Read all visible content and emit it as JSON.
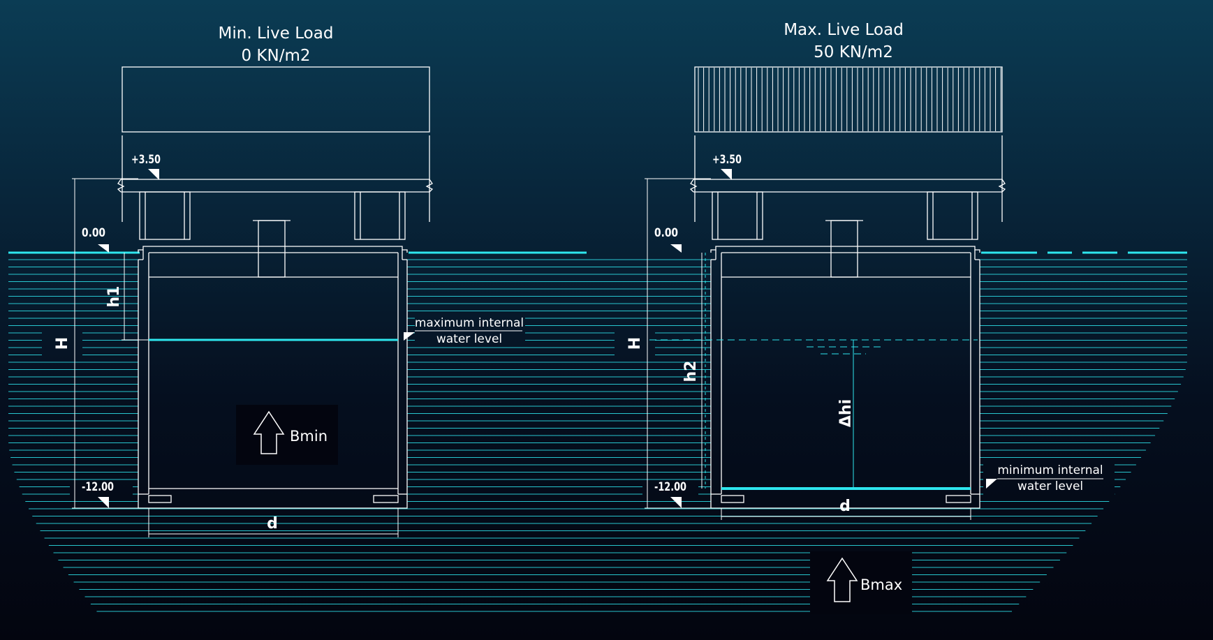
{
  "left": {
    "load_title": "Min. Live Load",
    "load_value": "0 KN/m2",
    "top_level": "+3.50",
    "ground_level": "0.00",
    "bottom_level": "-12.00",
    "dim_h1": "h1",
    "dim_H": "H",
    "dim_d": "d",
    "buoyancy_label": "Bmin",
    "water_label_line1": "maximum internal",
    "water_label_line2": "water level"
  },
  "right": {
    "load_title": "Max. Live Load",
    "load_value": "50 KN/m2",
    "top_level": "+3.50",
    "ground_level": "0.00",
    "bottom_level": "-12.00",
    "dim_h2": "h2",
    "dim_H": "H",
    "dim_d": "d",
    "dim_dhi": "Δhi",
    "buoyancy_label": "Bmax",
    "water_label_line1": "minimum internal",
    "water_label_line2": "water level"
  },
  "colors": {
    "line": "#ffffff",
    "water": "#2ee6ee",
    "water_dim": "#1ab8c4",
    "background_top": "#0b3c54",
    "background_bottom": "#03050f"
  }
}
